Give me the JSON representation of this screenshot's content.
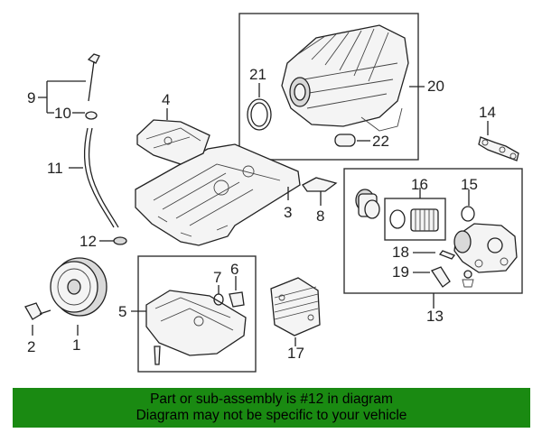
{
  "callouts": {
    "c1": "1",
    "c2": "2",
    "c3": "3",
    "c4": "4",
    "c5": "5",
    "c6": "6",
    "c7": "7",
    "c8": "8",
    "c9": "9",
    "c10": "10",
    "c11": "11",
    "c12": "12",
    "c13": "13",
    "c14": "14",
    "c15": "15",
    "c16": "16",
    "c17": "17",
    "c18": "18",
    "c19": "19",
    "c20": "20",
    "c21": "21",
    "c22": "22"
  },
  "banner": {
    "line1": "Part or sub-assembly is #12 in diagram",
    "line2": "Diagram may not be specific to your vehicle",
    "color": "#1a8a12"
  }
}
